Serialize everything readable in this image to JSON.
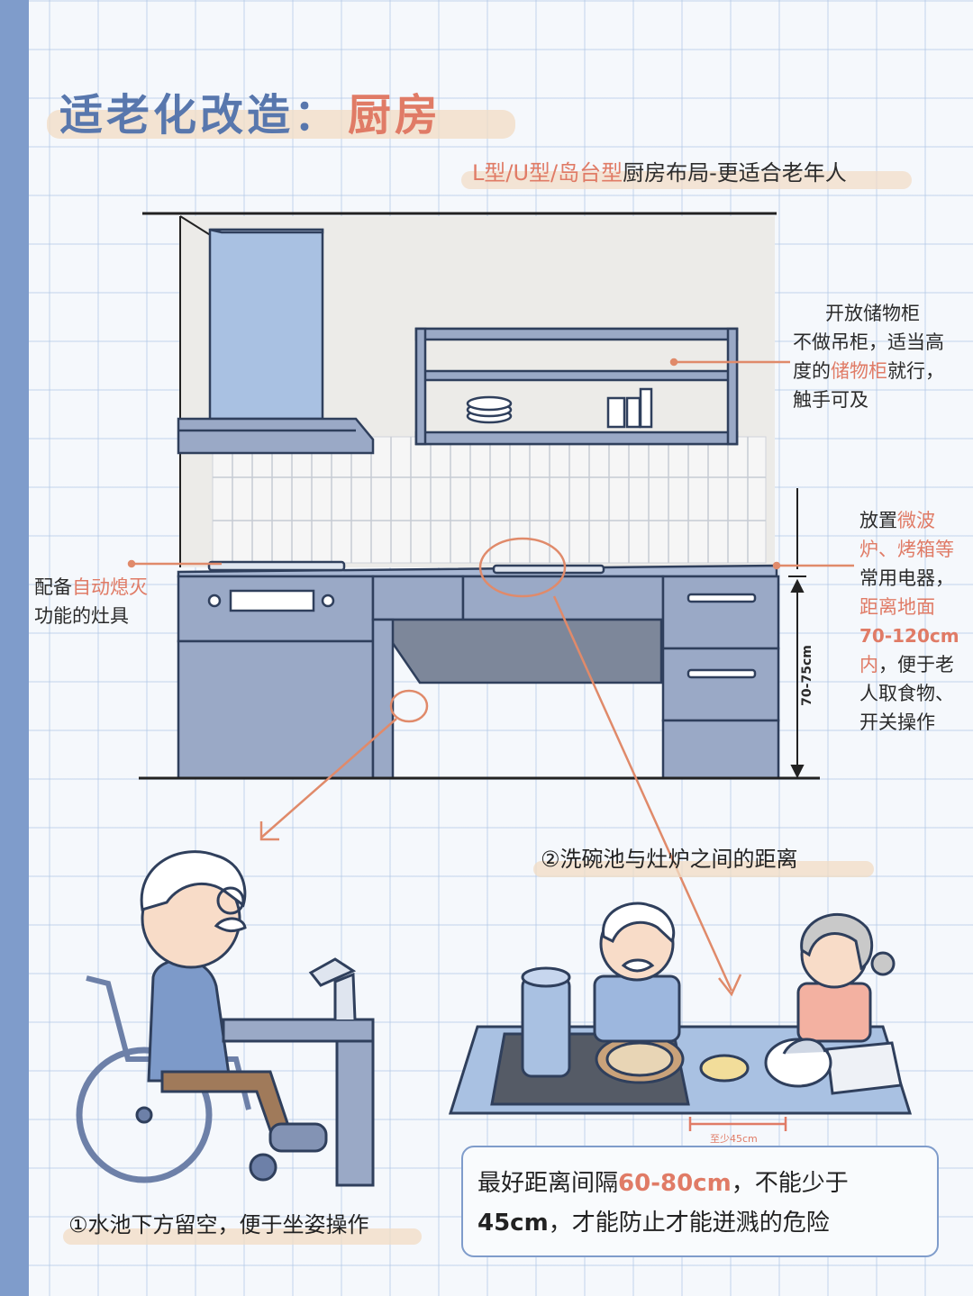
{
  "title": {
    "part1": "适老化改造：",
    "part2": "厨房"
  },
  "subtitle": {
    "highlight": "L型/U型/岛台型",
    "rest": "厨房布局-更适合老年人"
  },
  "note_storage": {
    "line1": "开放储物柜",
    "line2": "不做吊柜，适当高",
    "line3_a": "度的",
    "line3_hl": "储物柜",
    "line3_b": "就行，",
    "line4": "触手可及"
  },
  "note_appliance": {
    "line1_a": "放置",
    "line1_hl": "微波",
    "line2_hl": "炉、烤箱等",
    "line3": "常用电器，",
    "line4_hl": "距离地面",
    "line5_hl": "70-120cm",
    "line6_hl": "内",
    "line6_b": "，便于老",
    "line7": "人取食物、",
    "line8": "开关操作"
  },
  "note_stove": {
    "line1_a": "配备",
    "line1_hl": "自动熄灭",
    "line2": "功能的灶具"
  },
  "dimension_counter": "70-75cm",
  "caption_distance": "②洗碗池与灶炉之间的距离",
  "caption_sink": "①水池下方留空，便于坐姿操作",
  "dimension_min": "至少45cm",
  "infobox": {
    "l1_a": "最好距离间隔",
    "l1_hl": "60-80cm",
    "l1_b": "，不能少于",
    "l2_bold": "45cm",
    "l2_b": "，才能防止才能迸溅的危险"
  },
  "colors": {
    "accent": "#e07b66",
    "blue": "#5877ad",
    "cabinet": "#9aa9c6",
    "outline": "#2f3f5c"
  }
}
